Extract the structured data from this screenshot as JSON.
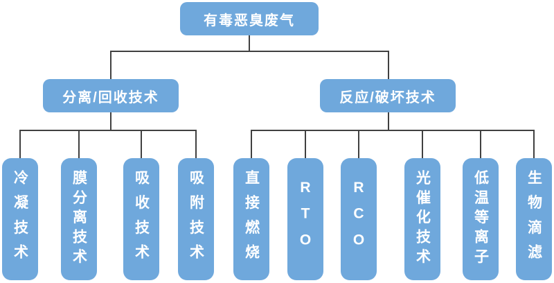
{
  "diagram": {
    "root": {
      "label": "有毒恶臭废气"
    },
    "branches": [
      {
        "label": "分离/回收技术",
        "children": [
          "冷凝技术",
          "膜分离技术",
          "吸收技术",
          "吸附技术"
        ]
      },
      {
        "label": "反应/破坏技术",
        "children": [
          "直接燃烧",
          "RTO",
          "RCO",
          "光催化技术",
          "低温等离子",
          "生物滴滤"
        ]
      }
    ],
    "colors": {
      "node_fill": "#6FA8DC",
      "node_text": "#FFFFFF",
      "connector": "#404040",
      "background": "#FFFFFF"
    }
  }
}
